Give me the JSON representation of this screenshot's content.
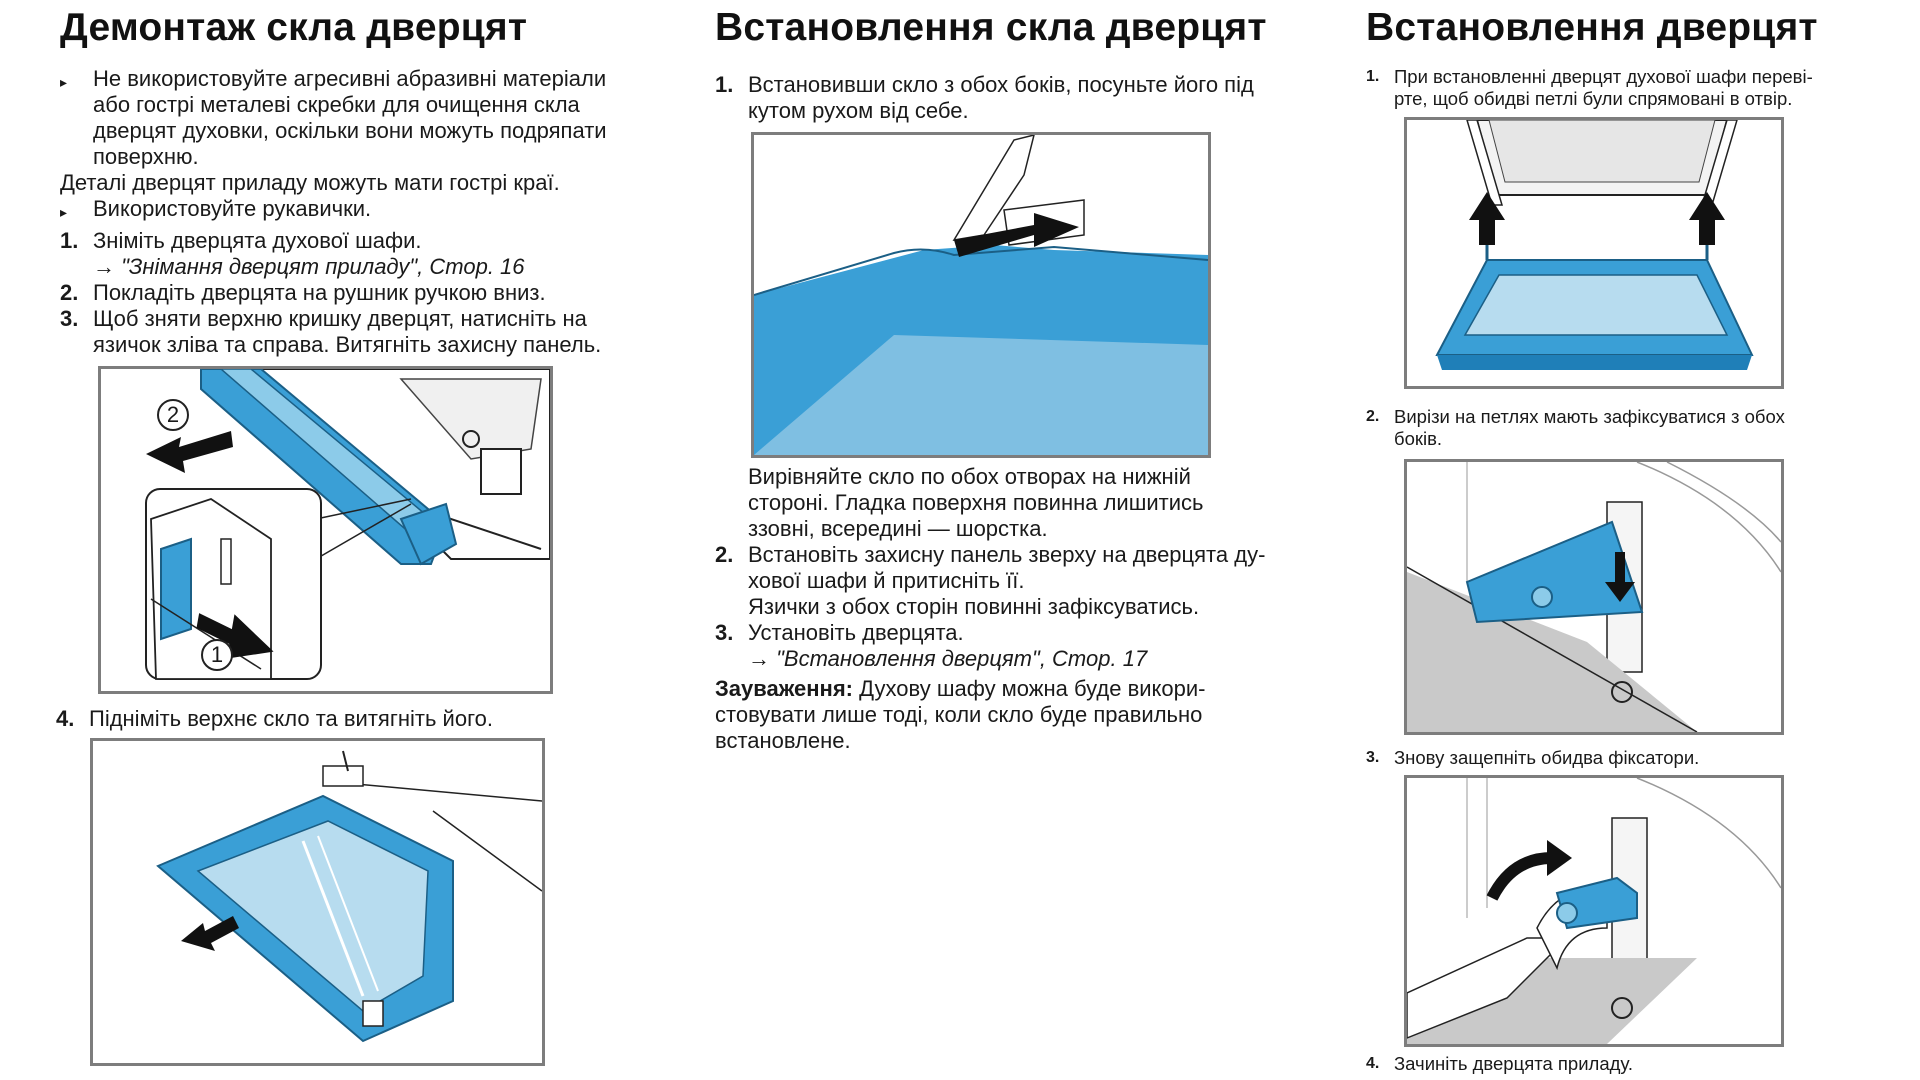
{
  "col1": {
    "title": "Демонтаж скла дверцят",
    "bullet1": [
      "Не використовуйте агресивні абразивні матеріали",
      "або гострі металеві скребки для очищення скла",
      "дверцят духовки, оскільки вони можуть подряпати",
      "поверхню."
    ],
    "note": "Деталі дверцят приладу можуть мати гострі краї.",
    "bullet2": "Використовуйте рукавички.",
    "steps": [
      {
        "n": "1.",
        "lines": [
          "Зніміть дверцята духової шафи."
        ],
        "ref": "→ \"Знімання дверцят приладу\", Стор. 16"
      },
      {
        "n": "2.",
        "lines": [
          "Покладіть дверцята на рушник ручкою вниз."
        ]
      },
      {
        "n": "3.",
        "lines": [
          "Щоб зняти верхню кришку дверцят, натисніть на",
          "язичок зліва та справа. Витягніть захисну панель."
        ]
      },
      {
        "n": "4.",
        "lines": [
          "Підніміть верхнє скло та витягніть його."
        ]
      }
    ],
    "callout1": "1",
    "callout2": "2"
  },
  "col2": {
    "title": "Встановлення скла дверцят",
    "step1": {
      "n": "1.",
      "lines": [
        "Встановивши скло з обох боків, посуньте його під",
        "кутом рухом від себе."
      ]
    },
    "align_text": [
      "Вирівняйте скло по обох отворах на нижній",
      "стороні. Гладка поверхня повинна лишитись",
      "ззовні, всередині — шорстка."
    ],
    "step2": {
      "n": "2.",
      "lines": [
        "Встановіть захисну панель зверху на дверцята ду-",
        "хової шафи й притисніть її.",
        "Язички з обох сторін повинні зафіксуватись."
      ]
    },
    "step3": {
      "n": "3.",
      "lines": [
        "Установіть дверцята."
      ],
      "ref": "→ \"Встановлення дверцят\", Стор. 17"
    },
    "note_label": "Зауваження:",
    "note_lines": [
      "Духову шафу можна буде викори-",
      "стовувати лише тоді, коли скло буде правильно",
      "встановлене."
    ]
  },
  "col3": {
    "title": "Встановлення дверцят",
    "steps": [
      {
        "n": "1.",
        "lines": [
          "При встановленні дверцят духової шафи переві-",
          "рте, щоб обидві петлі були спрямовані в отвір."
        ]
      },
      {
        "n": "2.",
        "lines": [
          "Вирізи на петлях мають зафіксуватися з обох",
          "боків."
        ]
      },
      {
        "n": "3.",
        "lines": [
          "Знову защепніть обидва фіксатори."
        ]
      },
      {
        "n": "4.",
        "lines": [
          "Зачиніть дверцята приладу."
        ]
      }
    ]
  },
  "colors": {
    "accent_blue": "#3a9fd6",
    "light_blue": "#8ccbe9",
    "frame_gray": "#7d7d7d",
    "arrow": "#111111"
  }
}
